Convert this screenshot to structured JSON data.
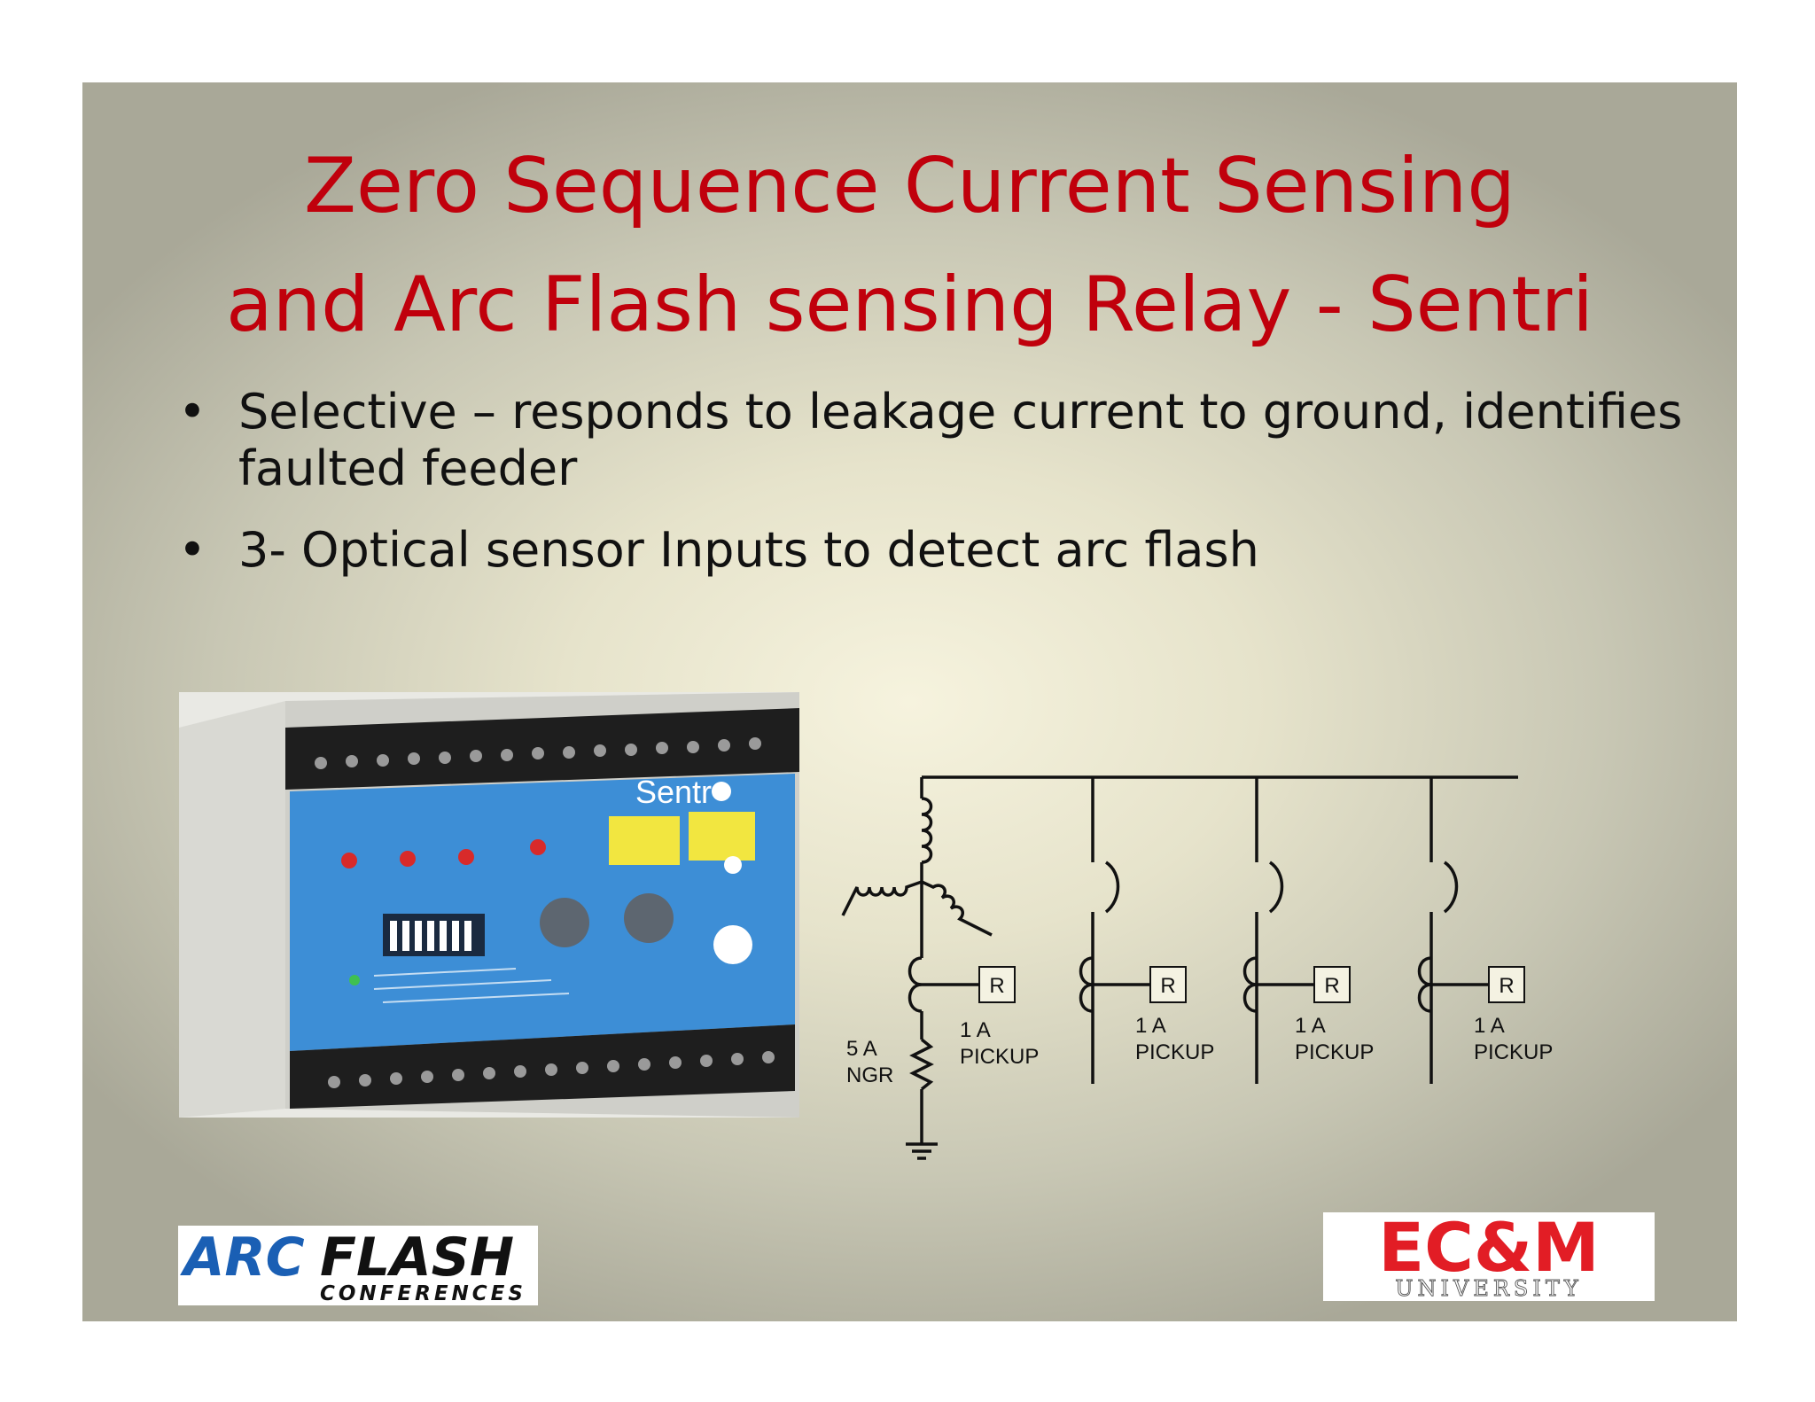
{
  "slide": {
    "title_line1": "Zero Sequence Current Sensing",
    "title_line2": "and Arc Flash sensing Relay - Sentri",
    "bullets": [
      "Selective – responds to leakage current to ground, identifies faulted feeder",
      "3- Optical sensor Inputs to detect arc flash"
    ],
    "bullet_symbol": "•"
  },
  "photo": {
    "brand": "Sentr",
    "brand_icon": "circle-logo-icon",
    "colors": {
      "panel": "#3d8ed6",
      "button": "#f2e640",
      "case": "#e9e9e4"
    }
  },
  "diagram": {
    "source": {
      "ngr_line1": "5 A",
      "ngr_line2": "NGR",
      "pickup_line1": "1 A",
      "pickup_line2": "PICKUP",
      "relay": "R"
    },
    "feeders": [
      {
        "relay": "R",
        "pickup_line1": "1 A",
        "pickup_line2": "PICKUP"
      },
      {
        "relay": "R",
        "pickup_line1": "1 A",
        "pickup_line2": "PICKUP"
      },
      {
        "relay": "R",
        "pickup_line1": "1 A",
        "pickup_line2": "PICKUP"
      }
    ]
  },
  "logos": {
    "arcflash_arc": "ARC",
    "arcflash_flash": "FLASH",
    "arcflash_sub": "CONFERENCES",
    "ecm_main": "EC&M",
    "ecm_sub": "UNIVERSITY",
    "colors": {
      "arc_blue": "#1a5fb4",
      "ecm_red": "#e21d25"
    }
  }
}
